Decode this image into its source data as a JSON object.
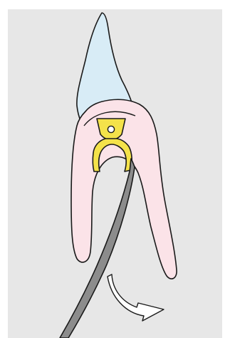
{
  "figure": {
    "background_color": "#e7e7e7",
    "crown_color": "#d8ecf6",
    "root_color": "#fbe3e8",
    "clamp_color": "#f4e24a",
    "instrument_color": "#8c8c8c",
    "arrow_color": "#ffffff",
    "outline_color": "#1a1a1a",
    "icons": [
      "tooth-crown",
      "tooth-roots",
      "rubber-dam-clamp",
      "dental-instrument",
      "curved-direction-arrow-icon"
    ]
  }
}
